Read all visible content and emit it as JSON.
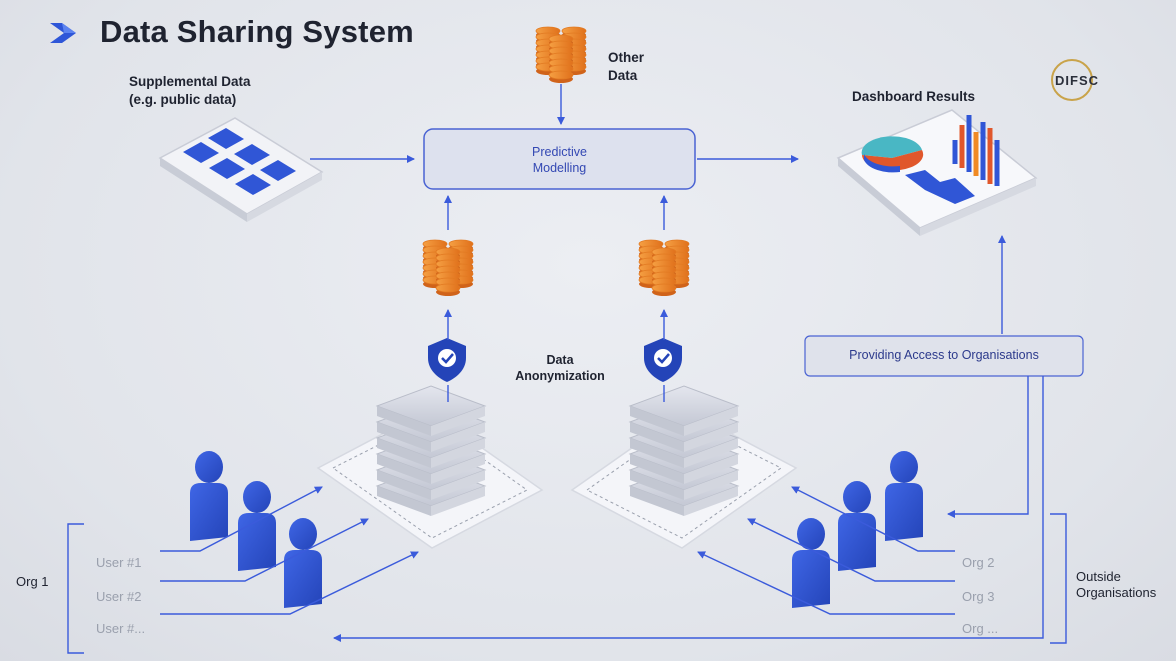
{
  "title": "Data Sharing System",
  "labels": {
    "supplemental_line1": "Supplemental Data",
    "supplemental_line2": "(e.g. public data)",
    "other_data_line1": "Other",
    "other_data_line2": "Data",
    "predictive_line1": "Predictive",
    "predictive_line2": "Modelling",
    "dashboard": "Dashboard Results",
    "anonymization_line1": "Data",
    "anonymization_line2": "Anonymization",
    "providing_access": "Providing Access to Organisations",
    "org1": "Org 1",
    "outside_line1": "Outside",
    "outside_line2": "Organisations"
  },
  "users": [
    "User #1",
    "User #2",
    "User #..."
  ],
  "orgs": [
    "Org 2",
    "Org 3",
    "Org ..."
  ],
  "logo": {
    "text": "DIFSC",
    "icon": "difsc-logo"
  },
  "colors": {
    "accent_blue": "#3b5bdb",
    "person_blue": "#2f55d4",
    "coin_orange": "#f08a24",
    "box_border": "#4a63d3",
    "box_fill": "#dde1ee"
  },
  "icons": [
    "brand-chevron-icon",
    "database-coins-icon",
    "shield-check-icon",
    "server-stack-icon",
    "person-icon",
    "data-grid-icon",
    "dashboard-icon"
  ]
}
